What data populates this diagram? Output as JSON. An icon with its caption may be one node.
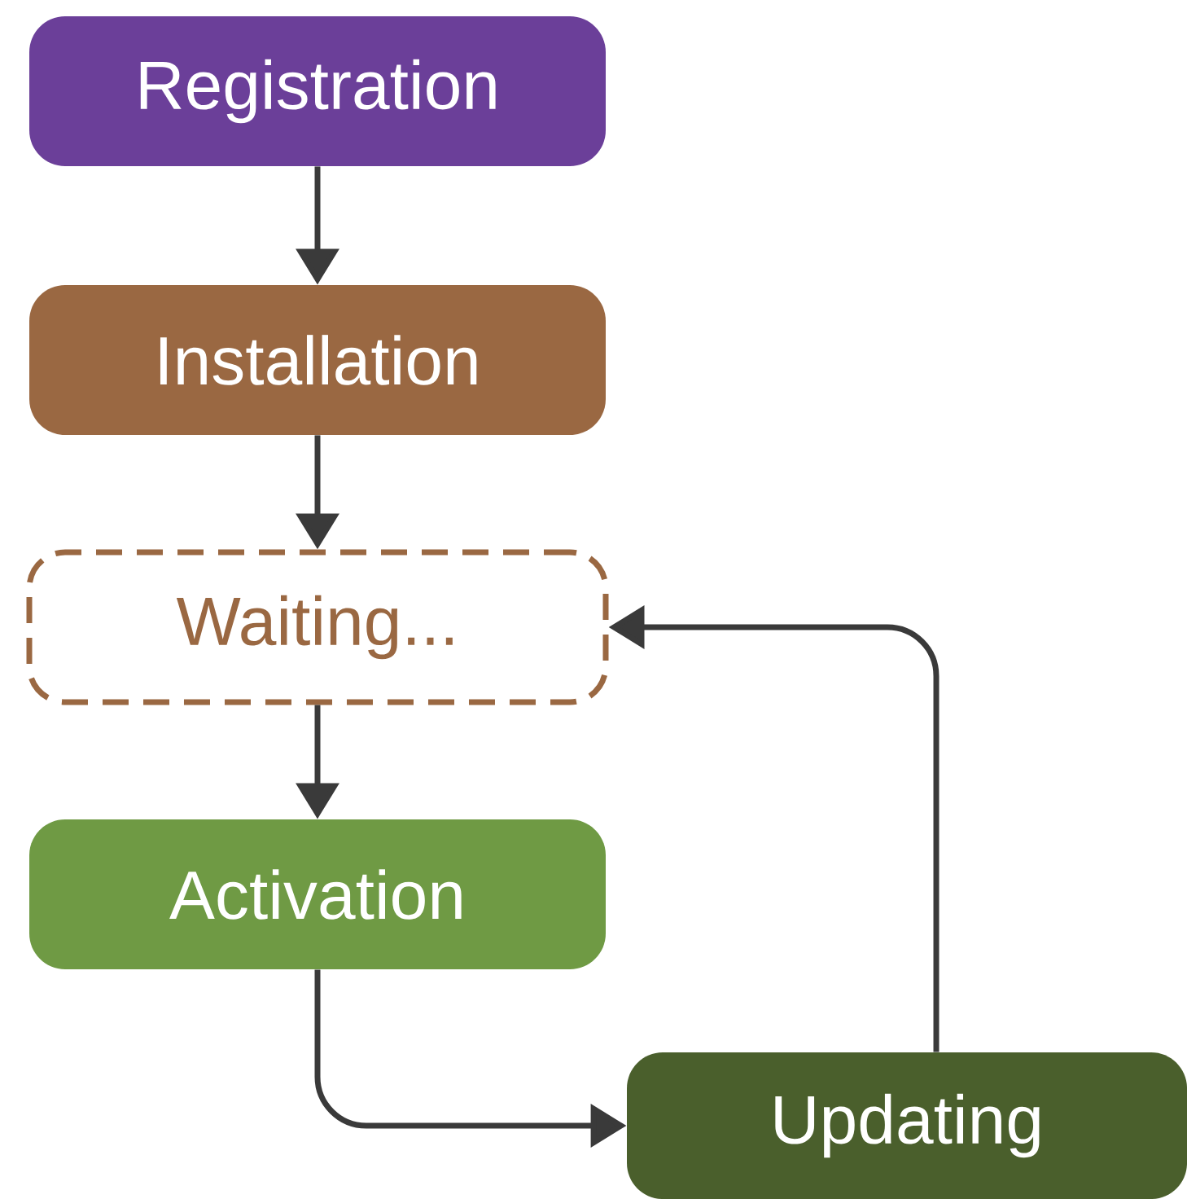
{
  "diagram": {
    "nodes": [
      {
        "text": [
          "Registration"
        ]
      },
      {
        "text": [
          "Installation"
        ]
      },
      {
        "text": [
          "Waiting..."
        ]
      },
      {
        "text": [
          "Activation"
        ]
      },
      {
        "text": [
          "Updating"
        ]
      }
    ],
    "edges": [
      {
        "from": 0,
        "to": 1,
        "arrow": "to"
      },
      {
        "from": 1,
        "to": 2,
        "arrow": "to"
      },
      {
        "from": 2,
        "to": 3,
        "arrow": "to"
      },
      {
        "from": 3,
        "to": 4,
        "arrow": "to"
      },
      {
        "from": 4,
        "to": 2,
        "arrow": "to"
      }
    ]
  }
}
